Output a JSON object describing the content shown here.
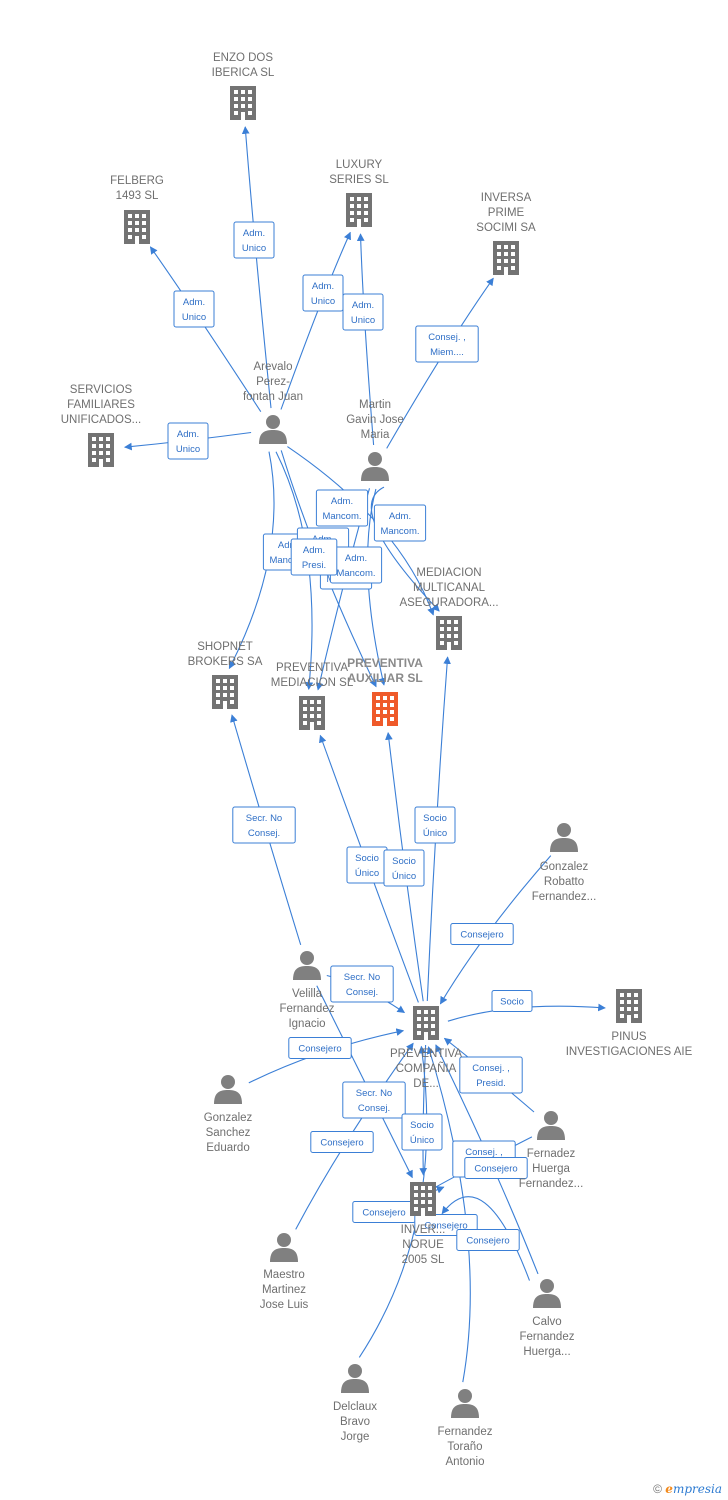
{
  "colors": {
    "edge": "#3b7fd6",
    "company": "#737373",
    "focus": "#ef5a2a",
    "person": "#808080"
  },
  "nodes": [
    {
      "id": "enzo",
      "type": "company",
      "label": [
        "ENZO DOS",
        "IBERICA  SL"
      ]
    },
    {
      "id": "felberg",
      "type": "company",
      "label": [
        "FELBERG",
        "1493  SL"
      ]
    },
    {
      "id": "luxury",
      "type": "company",
      "label": [
        "LUXURY",
        "SERIES  SL"
      ]
    },
    {
      "id": "inversa",
      "type": "company",
      "label": [
        "INVERSA",
        "PRIME",
        "SOCIMI SA"
      ]
    },
    {
      "id": "servicios",
      "type": "company",
      "label": [
        "SERVICIOS",
        "FAMILIARES",
        "UNIFICADOS..."
      ]
    },
    {
      "id": "arevalo",
      "type": "person",
      "label": [
        "Arevalo",
        "Perez-",
        "fontan Juan"
      ]
    },
    {
      "id": "martin",
      "type": "person",
      "label": [
        "Martin",
        "Gavin Jose",
        "Maria"
      ]
    },
    {
      "id": "mediacionm",
      "type": "company",
      "label": [
        "MEDIACION",
        "MULTICANAL",
        "ASEGURADORA..."
      ]
    },
    {
      "id": "shopnet",
      "type": "company",
      "label": [
        "SHOPNET",
        "BROKERS SA"
      ]
    },
    {
      "id": "prevmed",
      "type": "company",
      "label": [
        "PREVENTIVA",
        "MEDIACION  SL"
      ]
    },
    {
      "id": "prevaux",
      "type": "focus",
      "label": [
        "PREVENTIVA",
        "AUXILIAR  SL"
      ]
    },
    {
      "id": "gonzrob",
      "type": "person",
      "label": [
        "Gonzalez",
        "Robatto",
        "Fernandez..."
      ]
    },
    {
      "id": "velilla",
      "type": "person",
      "label": [
        "Velilla",
        "Fernandez",
        "Ignacio"
      ]
    },
    {
      "id": "prevcomp",
      "type": "company",
      "label": [
        "PREVENTIVA",
        "COMPAÑIA",
        "DE..."
      ]
    },
    {
      "id": "pinus",
      "type": "company",
      "label": [
        "PINUS",
        "INVESTIGACIONES AIE"
      ]
    },
    {
      "id": "gonzsan",
      "type": "person",
      "label": [
        "Gonzalez",
        "Sanchez",
        "Eduardo"
      ]
    },
    {
      "id": "fernhue",
      "type": "person",
      "label": [
        "Fernadez",
        "Huerga",
        "Fernandez..."
      ]
    },
    {
      "id": "invnorue",
      "type": "company",
      "label": [
        "INVER...",
        "NORUE",
        "2005 SL"
      ]
    },
    {
      "id": "maestro",
      "type": "person",
      "label": [
        "Maestro",
        "Martinez",
        "Jose Luis"
      ]
    },
    {
      "id": "calvo",
      "type": "person",
      "label": [
        "Calvo",
        "Fernandez",
        "Huerga..."
      ]
    },
    {
      "id": "delclaux",
      "type": "person",
      "label": [
        "Delclaux",
        "Bravo",
        "Jorge"
      ]
    },
    {
      "id": "fertor",
      "type": "person",
      "label": [
        "Fernandez",
        "Toraño",
        "Antonio"
      ]
    }
  ],
  "edges": [
    {
      "from": "arevalo",
      "to": "enzo",
      "label": [
        "Adm.",
        "Unico"
      ]
    },
    {
      "from": "arevalo",
      "to": "felberg",
      "label": [
        "Adm.",
        "Unico"
      ]
    },
    {
      "from": "arevalo",
      "to": "luxury",
      "label": [
        "Adm.",
        "Unico"
      ]
    },
    {
      "from": "martin",
      "to": "luxury",
      "label": [
        "Adm.",
        "Unico"
      ]
    },
    {
      "from": "martin",
      "to": "inversa",
      "label": [
        "Consej. ,",
        "Miem...."
      ]
    },
    {
      "from": "arevalo",
      "to": "servicios",
      "label": [
        "Adm.",
        "Unico"
      ]
    },
    {
      "from": "martin",
      "to": "mediacionm",
      "label": [
        "Adm.",
        "Mancom."
      ]
    },
    {
      "from": "arevalo",
      "to": "mediacionm",
      "label": [
        "Adm.",
        "Mancom."
      ]
    },
    {
      "from": "arevalo",
      "to": "shopnet",
      "label": [
        "Adm.",
        "Mancom."
      ]
    },
    {
      "from": "arevalo",
      "to": "prevmed",
      "label": [
        "Adm.",
        "Mancom."
      ]
    },
    {
      "from": "martin",
      "to": "prevmed",
      "label": [
        "Adm.",
        "Mancom."
      ]
    },
    {
      "from": "martin",
      "to": "prevaux",
      "label": [
        "Adm.",
        "Mancom."
      ]
    },
    {
      "from": "arevalo",
      "to": "prevaux",
      "label": [
        "Adm.",
        "Presi."
      ]
    },
    {
      "from": "velilla",
      "to": "shopnet",
      "label": [
        "Secr.  No",
        "Consej."
      ]
    },
    {
      "from": "prevcomp",
      "to": "mediacionm",
      "label": [
        "Socio",
        "Único"
      ]
    },
    {
      "from": "prevcomp",
      "to": "prevmed",
      "label": [
        "Socio",
        "Único"
      ]
    },
    {
      "from": "prevcomp",
      "to": "prevaux",
      "label": [
        "Socio",
        "Único"
      ]
    },
    {
      "from": "gonzrob",
      "to": "prevcomp",
      "label": [
        "Consejero"
      ]
    },
    {
      "from": "velilla",
      "to": "prevcomp",
      "label": [
        "Secr.  No",
        "Consej."
      ]
    },
    {
      "from": "prevcomp",
      "to": "pinus",
      "label": [
        "Socio"
      ]
    },
    {
      "from": "gonzsan",
      "to": "prevcomp",
      "label": [
        "Consejero"
      ]
    },
    {
      "from": "fernhue",
      "to": "prevcomp",
      "label": [
        "Consej. ,",
        "Presid."
      ]
    },
    {
      "from": "maestro",
      "to": "prevcomp",
      "label": [
        "Consejero"
      ]
    },
    {
      "from": "velilla",
      "to": "invnorue",
      "label": [
        "Secr.  No",
        "Consej."
      ]
    },
    {
      "from": "prevcomp",
      "to": "invnorue",
      "label": [
        "Socio",
        "Único"
      ]
    },
    {
      "from": "calvo",
      "to": "invnorue",
      "label": [
        "Consej. ,",
        "Presid."
      ]
    },
    {
      "from": "fernhue",
      "to": "invnorue",
      "label": [
        "Consejero"
      ]
    },
    {
      "from": "delclaux",
      "to": "prevcomp",
      "label": [
        "Consejero"
      ]
    },
    {
      "from": "fertor",
      "to": "prevcomp",
      "label": [
        "Consejero"
      ]
    },
    {
      "from": "calvo",
      "to": "prevcomp",
      "label": [
        "Consejero"
      ]
    }
  ],
  "footer": {
    "copyright": "©",
    "brand": "mpresia",
    "brand_initial": "e"
  }
}
